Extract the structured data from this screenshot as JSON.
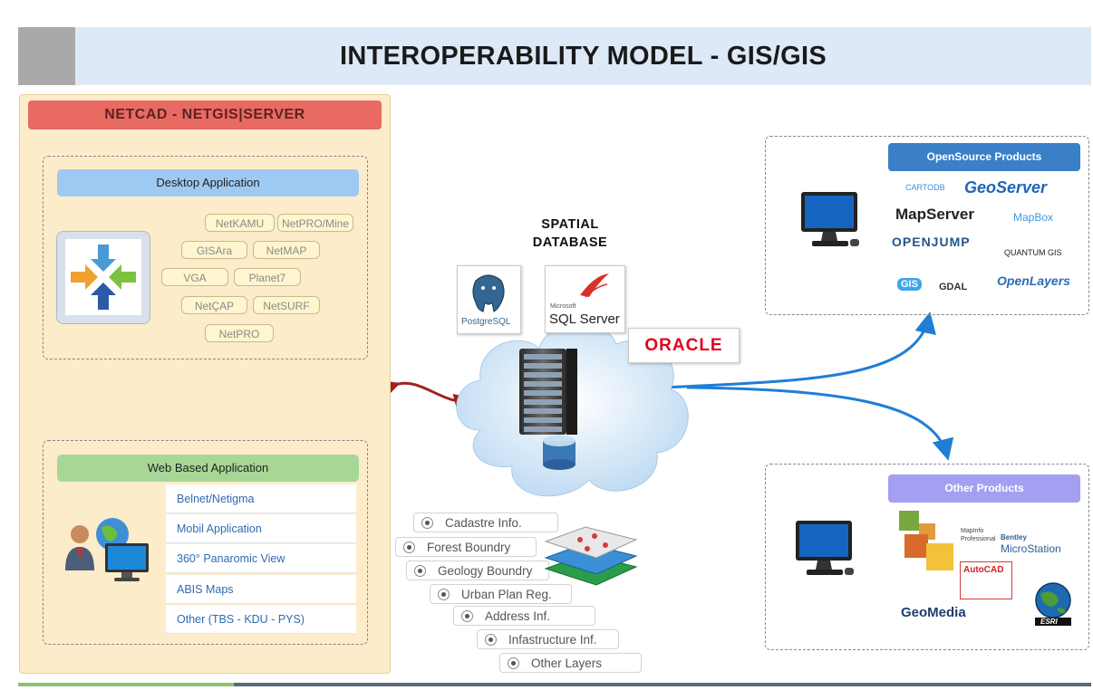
{
  "title": "INTEROPERABILITY MODEL - GIS/GIS",
  "left_panel": {
    "header": "NETCAD - NETGIS|SERVER",
    "desktop": {
      "header": "Desktop Application",
      "modules": [
        "NetKAMU",
        "NetPRO/Mine",
        "GISAra",
        "NetMAP",
        "VGA",
        "Planet7",
        "NetÇAP",
        "NetSURF",
        "NetPRO"
      ]
    },
    "web": {
      "header": "Web Based Application",
      "items": [
        "Belnet/Netigma",
        "Mobil Application",
        "360° Panaromic View",
        "ABIS Maps",
        "Other (TBS - KDU - PYS)"
      ]
    }
  },
  "spatial_database": {
    "title_line1": "SPATIAL",
    "title_line2": "DATABASE",
    "logos": {
      "postgres": "PostgreSQL",
      "sqlserver_small": "Microsoft",
      "sqlserver": "SQL Server",
      "oracle": "ORACLE"
    }
  },
  "layers": [
    "Cadastre Info.",
    "Forest Boundry",
    "Geology  Boundry",
    "Urban Plan Reg.",
    "Address Inf.",
    "Infastructure Inf.",
    "Other Layers"
  ],
  "opensource": {
    "header": "OpenSource Products",
    "logos": {
      "cartodb": "CARTODB",
      "geoserver": "GeoServer",
      "mapserver": "MapServer",
      "mapbox": "MapBox",
      "openjump": "OPENJUMP",
      "qgis": "QUANTUM GIS",
      "gis_cloud": "GIS",
      "gdal": "GDAL",
      "openlayers": "OpenLayers"
    }
  },
  "other": {
    "header": "Other Products",
    "logos": {
      "mapinfo": "MapInfo Professional",
      "bentley": "Bentley",
      "microstation": "MicroStation",
      "autocad": "AutoCAD",
      "geomedia": "GeoMedia",
      "esri": "ESRI"
    }
  },
  "colors": {
    "arrow_red": "#a32020",
    "arrow_blue": "#1f7ed6",
    "netcad_header": "#e96a63",
    "os_header": "#3a7fc8",
    "other_header": "#a3a0f2"
  }
}
